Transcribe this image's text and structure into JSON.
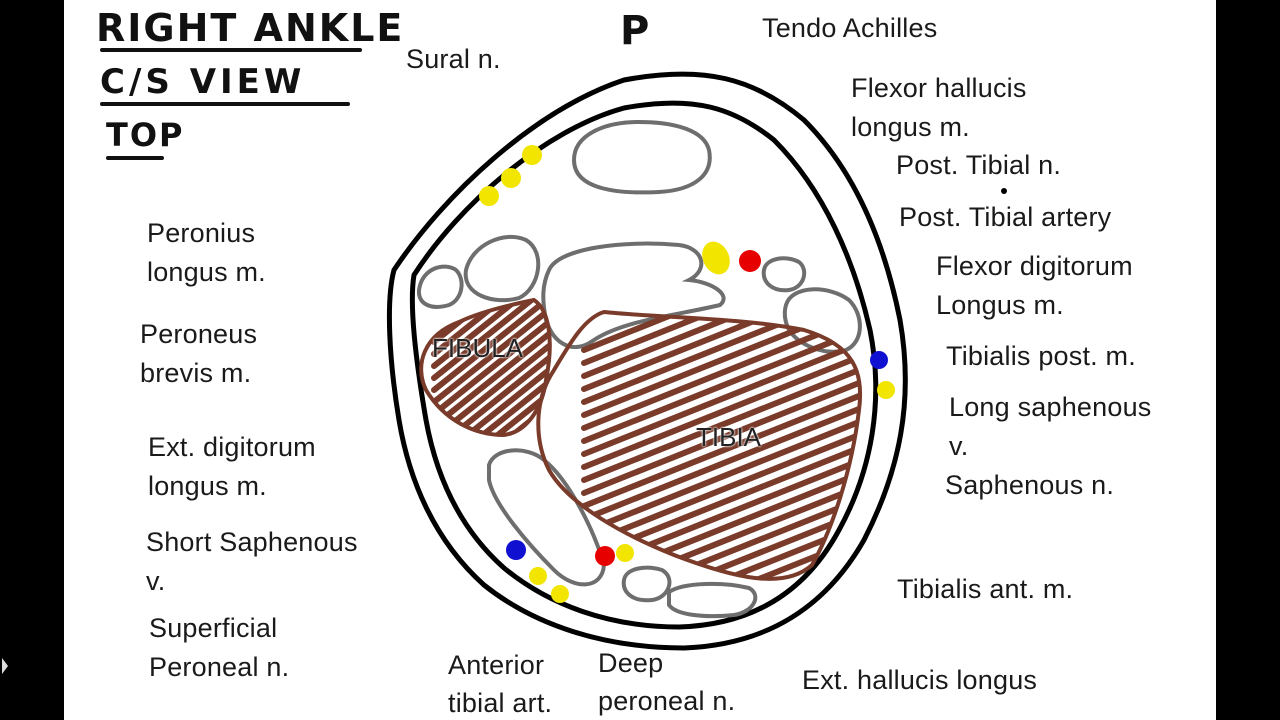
{
  "title": {
    "line1": "RIGHT ANKLE",
    "line2": "C/S VIEW",
    "line3": "TOP"
  },
  "orientation": "P",
  "bones": {
    "fibula": "FIBULA",
    "tibia": "TIBIA"
  },
  "labels": {
    "tendo_achilles": "Tendo Achilles",
    "sural_n": "Sural n.",
    "fhl": [
      "Flexor hallucis",
      "longus m."
    ],
    "post_tibial_n": "Post. Tibial n.",
    "post_tibial_artery": "Post. Tibial artery",
    "fdl": [
      "Flexor digitorum",
      "Longus m."
    ],
    "tibialis_post": "Tibialis post. m.",
    "long_saphenous_v": [
      "Long saphenous",
      "v."
    ],
    "saphenous_n": "Saphenous n.",
    "tibialis_ant": "Tibialis ant. m.",
    "ext_hallucis": "Ext. hallucis longus",
    "peronius_longus": [
      "Peronius",
      "longus m."
    ],
    "peroneus_brevis": [
      "Peroneus",
      "brevis m."
    ],
    "ext_digitorum": [
      "Ext. digitorum",
      "longus m."
    ],
    "short_saphenous": [
      "Short Saphenous",
      "v."
    ],
    "superficial_peroneal": [
      "Superficial",
      "Peroneal n."
    ],
    "anterior_tibial_art": [
      "Anterior",
      "tibial art."
    ],
    "deep_peroneal": [
      "Deep",
      "peroneal n."
    ]
  },
  "colors": {
    "outline": "#000000",
    "muscle": "#6e6e6e",
    "bone": "#7a3b2a",
    "nerve": "#f2e600",
    "artery": "#e60000",
    "vein": "#1010d0",
    "background": "#ffffff"
  }
}
